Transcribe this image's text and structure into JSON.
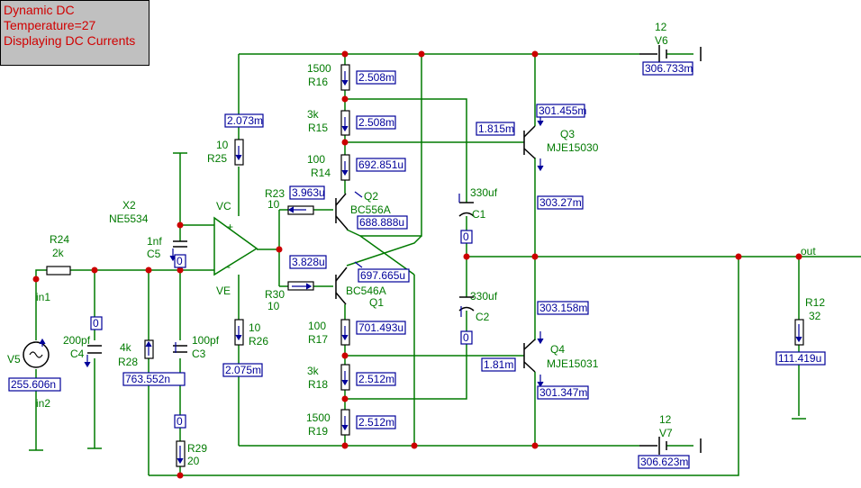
{
  "status": {
    "line1": "Dynamic DC",
    "line2": "Temperature=27",
    "line3": "Displaying DC Currents"
  },
  "labels": {
    "R24": "R24",
    "R24v": "2k",
    "X2": "X2",
    "X2v": "NE5534",
    "C5": "C5",
    "C5v": "1nf",
    "R25": "R25",
    "R25v": "10",
    "R26": "R26",
    "R26v": "10",
    "VC": "VC",
    "VE": "VE",
    "R16": "R16",
    "R16v": "1500",
    "R15": "R15",
    "R15v": "3k",
    "R14": "R14",
    "R14v": "100",
    "R23": "R23",
    "R23v": "10",
    "Q2": "Q2",
    "Q2v": "BC556A",
    "R30": "R30",
    "R30v": "10",
    "Q1": "Q1",
    "Q1v": "BC546A",
    "R17": "R17",
    "R17v": "100",
    "R18": "R18",
    "R18v": "3k",
    "R19": "R19",
    "R19v": "1500",
    "C1": "C1",
    "C1v": "330uf",
    "C2": "C2",
    "C2v": "330uf",
    "Q3": "Q3",
    "Q3v": "MJE15030",
    "Q4": "Q4",
    "Q4v": "MJE15031",
    "V6": "V6",
    "V6v": "12",
    "V7": "V7",
    "V7v": "12",
    "out": "out",
    "R12": "R12",
    "R12v": "32",
    "C4": "C4",
    "C4v": "200pf",
    "R28": "R28",
    "R28v": "4k",
    "C3": "C3",
    "C3v": "100pf",
    "R29": "R29",
    "R29v": "20",
    "V5": "V5",
    "in1": "in1",
    "in2": "in2",
    "plus": "+",
    "minus": "-"
  },
  "readouts": {
    "r25": "2.073m",
    "r26": "2.075m",
    "r16": "2.508m",
    "r15": "2.508m",
    "r14": "692.851u",
    "r23": "3.963u",
    "q2": "688.888u",
    "r30": "3.828u",
    "q1": "697.665u",
    "r17": "701.493u",
    "r18": "2.512m",
    "r19": "2.512m",
    "q3b": "1.815m",
    "q3c": "301.455m",
    "q3e": "303.27m",
    "q4e": "303.158m",
    "q4b": "1.81m",
    "q4c": "301.347m",
    "v6": "306.733m",
    "v7": "306.623m",
    "r12": "111.419u",
    "c5": "0",
    "c1": "0",
    "c2": "0",
    "c4": "0",
    "c3": "0",
    "r28": "763.552n",
    "v5": "255.606n"
  },
  "colors": {
    "wire": "#007a00",
    "label": "#007a00",
    "value": "#00009a",
    "junction": "#cc0000",
    "status_text": "#d00000",
    "status_bg": "#c0c0c0"
  }
}
